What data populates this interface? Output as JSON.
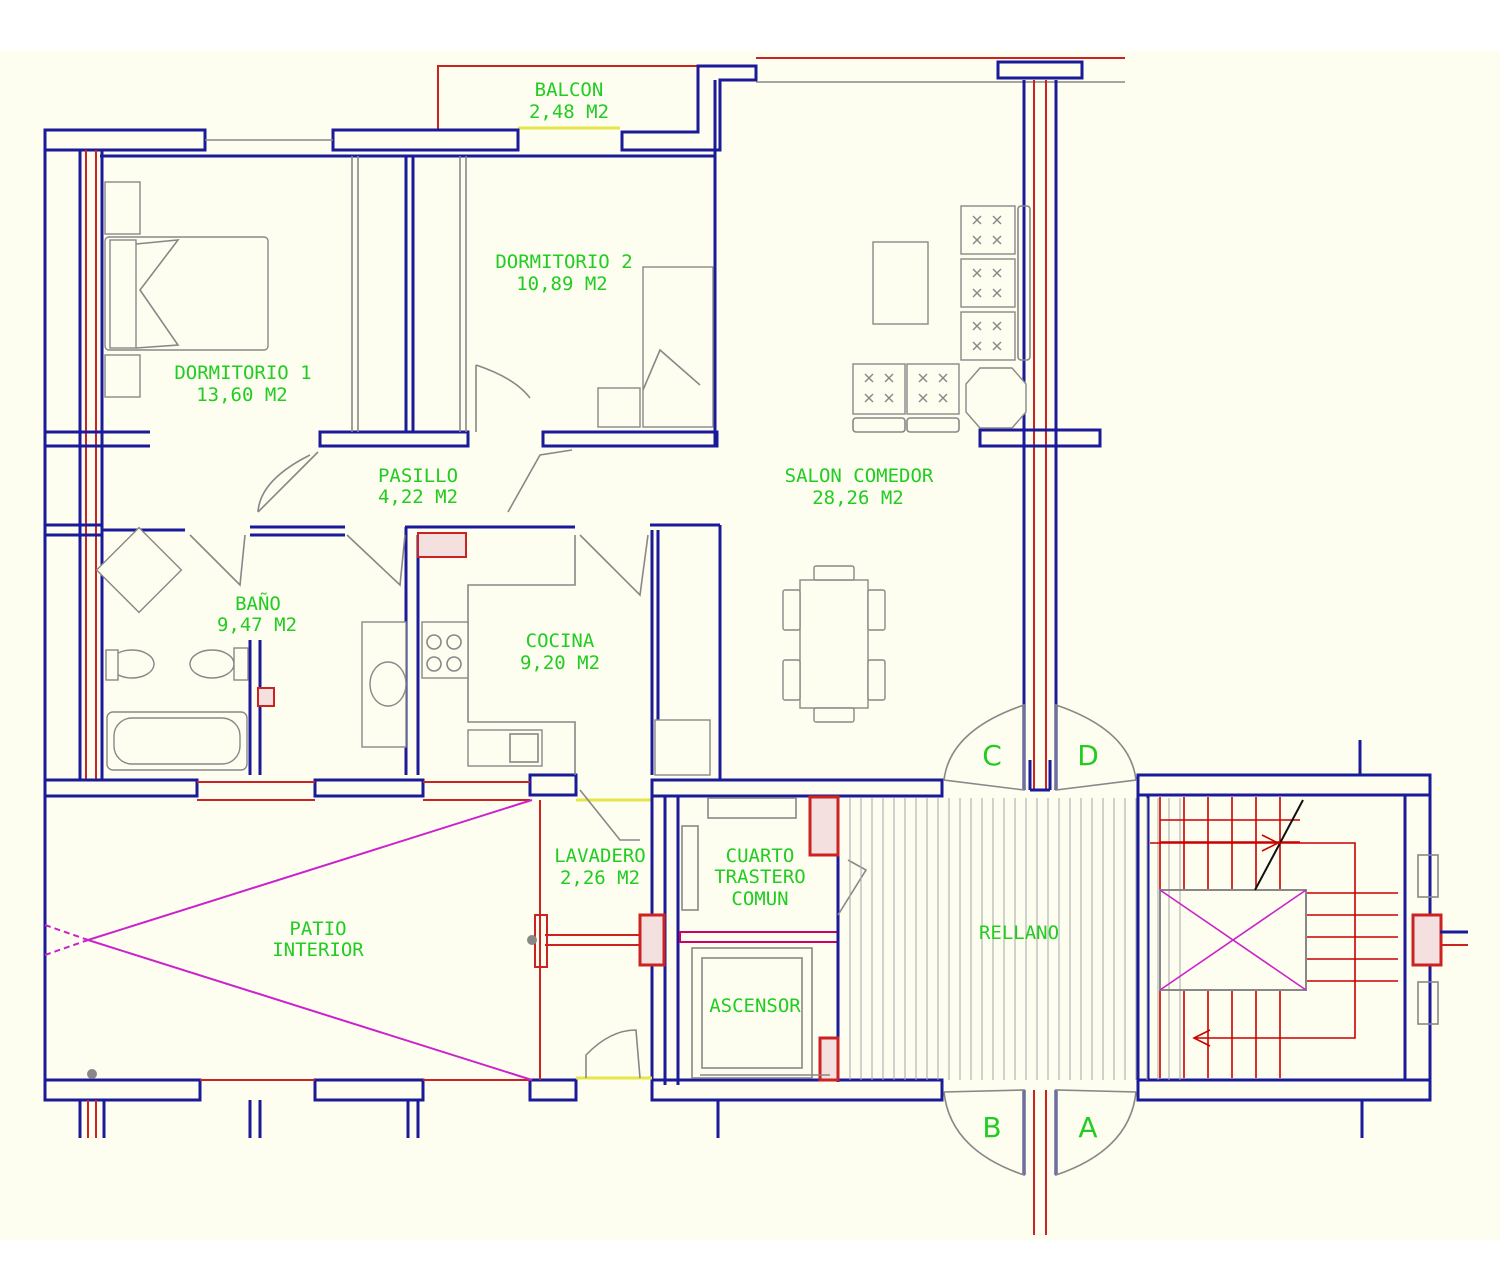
{
  "colors": {
    "background": "#fdfdf0",
    "wall": "#1a1a9a",
    "wall_core": "#cc2222",
    "label": "#22cc22",
    "furniture": "#888888",
    "stairs": "#cc0000",
    "patio_lines": "#cc22cc",
    "window": "#e6e64a"
  },
  "rooms": {
    "balcon": {
      "name": "BALCON",
      "area": "2,48 M2"
    },
    "dormitorio1": {
      "name": "DORMITORIO 1",
      "area": "13,60 M2"
    },
    "dormitorio2": {
      "name": "DORMITORIO 2",
      "area": "10,89 M2"
    },
    "pasillo": {
      "name": "PASILLO",
      "area": "4,22 M2"
    },
    "salon": {
      "name": "SALON COMEDOR",
      "area": "28,26 M2"
    },
    "bano": {
      "name": "BAÑO",
      "area": "9,47 M2"
    },
    "cocina": {
      "name": "COCINA",
      "area": "9,20 M2"
    },
    "lavadero": {
      "name": "LAVADERO",
      "area": "2,26 M2"
    },
    "trastero": {
      "line1": "CUARTO",
      "line2": "TRASTERO",
      "line3": "COMUN"
    },
    "patio": {
      "line1": "PATIO",
      "line2": "INTERIOR"
    },
    "ascensor": {
      "name": "ASCENSOR"
    },
    "rellano": {
      "name": "RELLANO"
    }
  },
  "doors": {
    "a": "A",
    "b": "B",
    "c": "C",
    "d": "D"
  }
}
